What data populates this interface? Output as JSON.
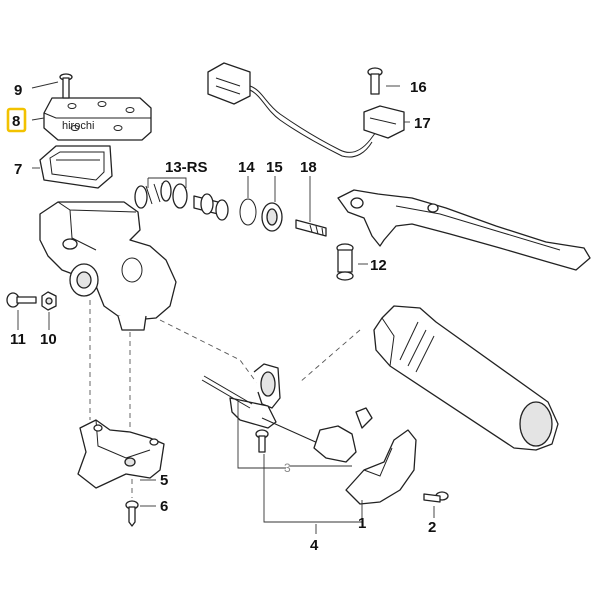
{
  "watermark": "hirochi",
  "callouts": {
    "c9": "9",
    "c8": "8",
    "c7": "7",
    "c16": "16",
    "c17": "17",
    "c13": "13-RS",
    "c14": "14",
    "c15": "15",
    "c18": "18",
    "c12": "12",
    "c11": "11",
    "c10": "10",
    "c5": "5",
    "c6": "6",
    "c3": "3",
    "c1": "1",
    "c2": "2",
    "c4": "4"
  },
  "highlighted_callout": "8"
}
